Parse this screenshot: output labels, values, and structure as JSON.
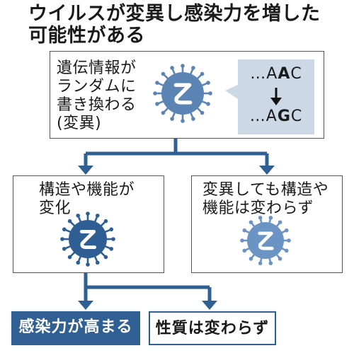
{
  "title": {
    "line1": "ウイルスが変異し感染力を増した",
    "line2": "可能性がある"
  },
  "top_box": {
    "text_lines": [
      "遺伝情報が",
      "ランダムに",
      "書き換わる",
      "(変異)"
    ],
    "sequence": {
      "before_prefix": "…A",
      "before_highlight": "A",
      "before_suffix": "C",
      "after_prefix": "…A",
      "after_highlight": "G",
      "after_suffix": "C"
    }
  },
  "left_box": {
    "text_lines": [
      "構造や機能が",
      "変化"
    ]
  },
  "right_box": {
    "text_lines": [
      "変異しても構造や",
      "機能は変わらず"
    ]
  },
  "results": {
    "left": "感染力が高まる",
    "right": "性質は変わらず"
  },
  "colors": {
    "virus_mid": "#5b84b5",
    "virus_dark": "#2f5e95",
    "virus_light": "#6b93c3",
    "arrow": "#2f5f93",
    "result_fill": "#2f5f93",
    "seq_bg": "#cdd8e6"
  }
}
